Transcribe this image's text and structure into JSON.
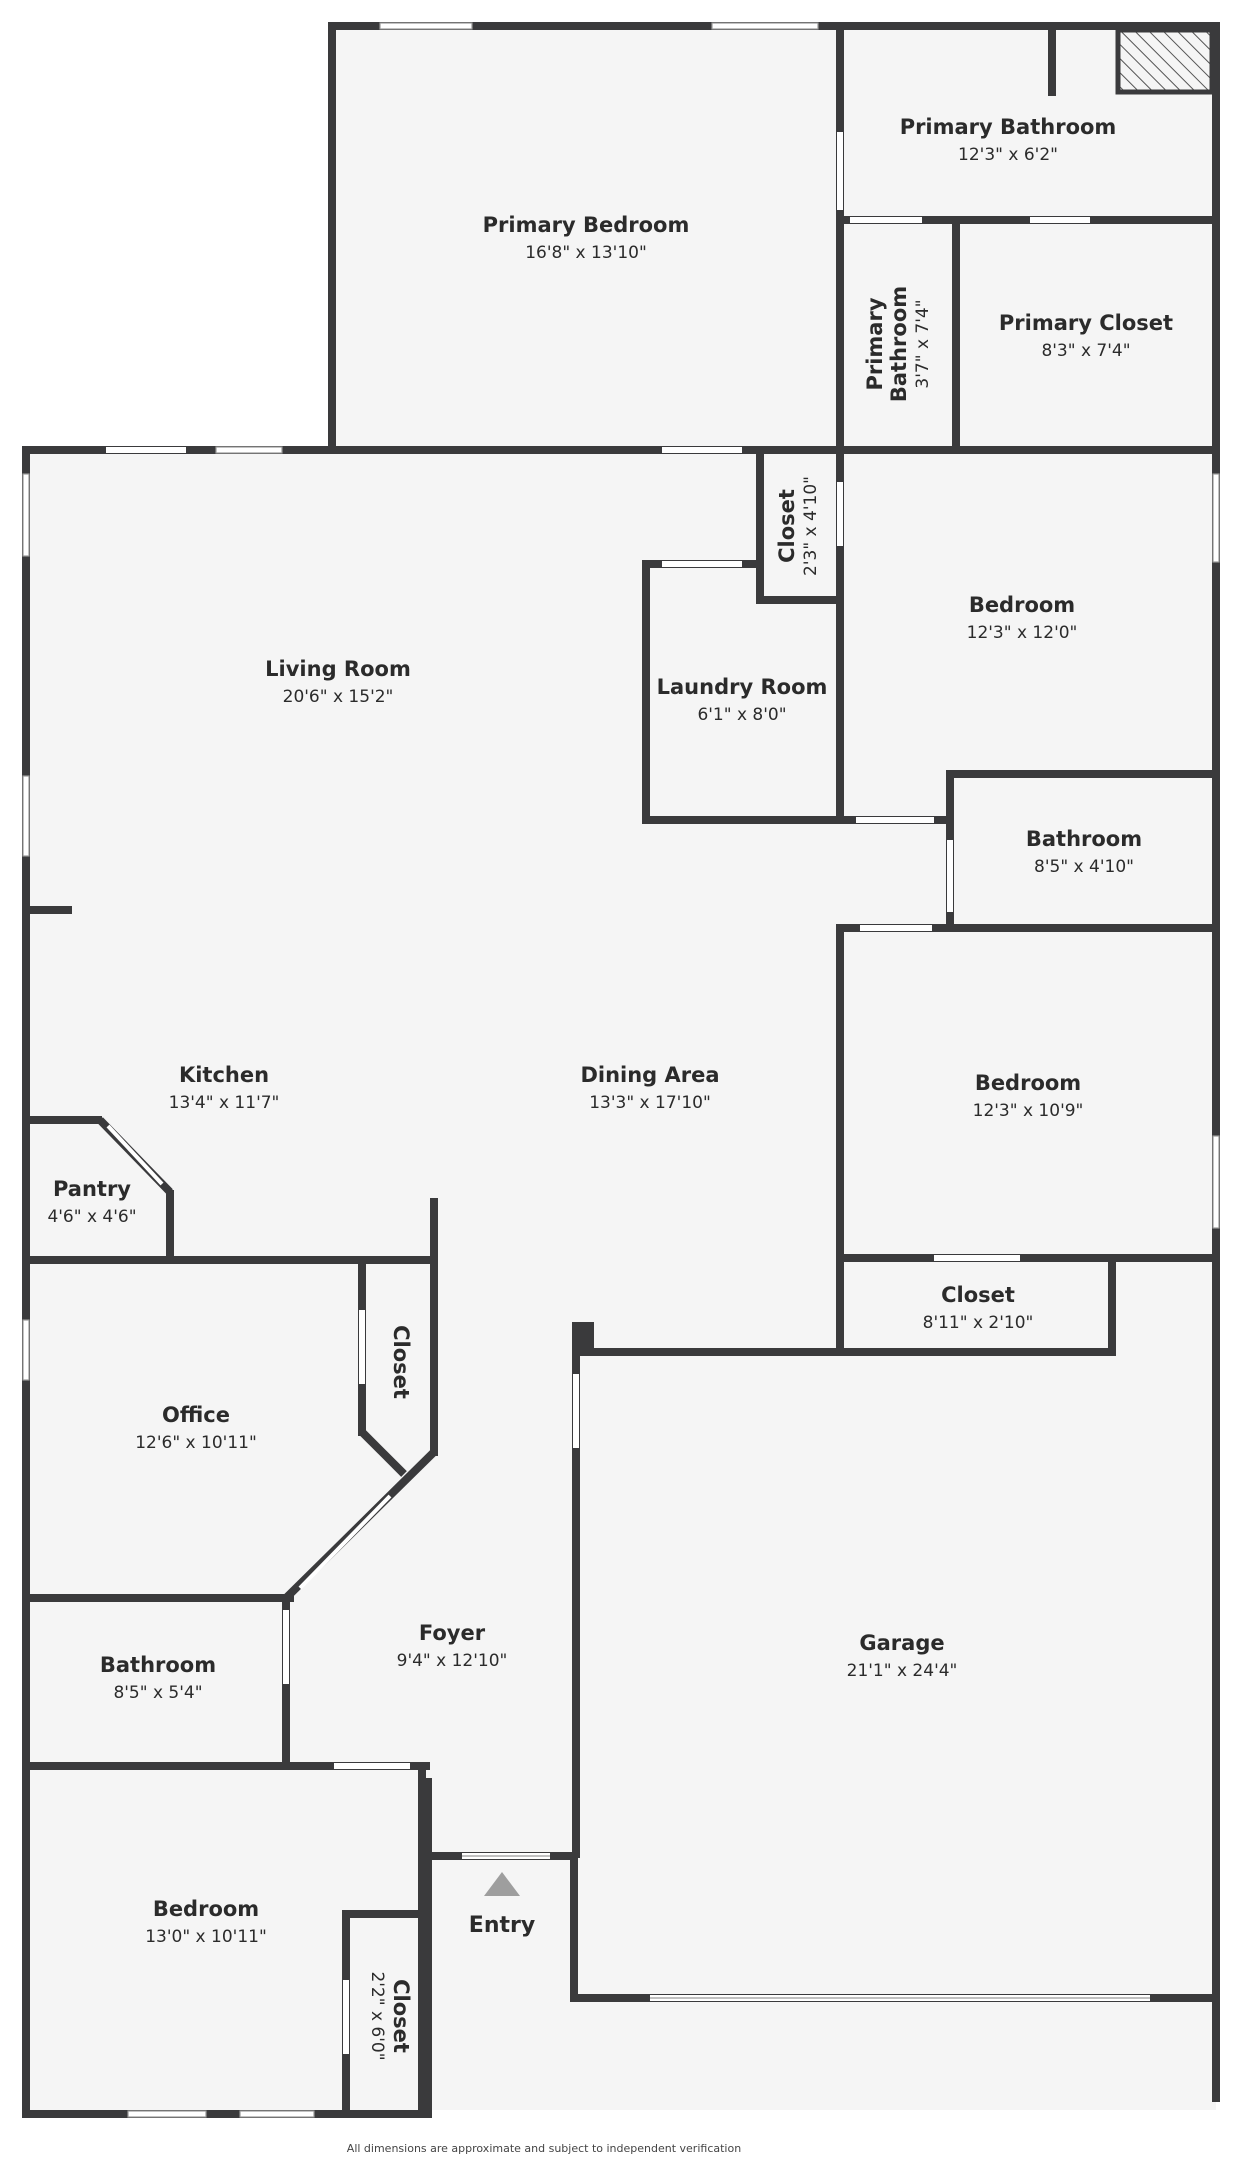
{
  "rooms": {
    "primary_bedroom": {
      "name": "Primary Bedroom",
      "dim": "16'8\" x 13'10\""
    },
    "primary_bathroom_top": {
      "name": "Primary Bathroom",
      "dim": "12'3\" x 6'2\""
    },
    "primary_bathroom_small": {
      "name1": "Primary",
      "name2": "Bathroom",
      "dim": "3'7\" x 7'4\""
    },
    "primary_closet": {
      "name": "Primary Closet",
      "dim": "8'3\" x 7'4\""
    },
    "closet_small": {
      "name": "Closet",
      "dim": "2'3\" x 4'10\""
    },
    "living_room": {
      "name": "Living Room",
      "dim": "20'6\" x 15'2\""
    },
    "laundry_room": {
      "name": "Laundry Room",
      "dim": "6'1\" x 8'0\""
    },
    "bedroom_upper": {
      "name": "Bedroom",
      "dim": "12'3\" x 12'0\""
    },
    "bathroom_right": {
      "name": "Bathroom",
      "dim": "8'5\" x 4'10\""
    },
    "kitchen": {
      "name": "Kitchen",
      "dim": "13'4\" x 11'7\""
    },
    "dining_area": {
      "name": "Dining Area",
      "dim": "13'3\" x 17'10\""
    },
    "bedroom_middle": {
      "name": "Bedroom",
      "dim": "12'3\" x 10'9\""
    },
    "pantry": {
      "name": "Pantry",
      "dim": "4'6\" x 4'6\""
    },
    "closet_mid": {
      "name": "Closet",
      "dim": "8'11\" x 2'10\""
    },
    "office_closet": {
      "name": "Closet"
    },
    "office": {
      "name": "Office",
      "dim": "12'6\" x 10'11\""
    },
    "foyer": {
      "name": "Foyer",
      "dim": "9'4\" x 12'10\""
    },
    "garage": {
      "name": "Garage",
      "dim": "21'1\" x 24'4\""
    },
    "bathroom_left": {
      "name": "Bathroom",
      "dim": "8'5\" x 5'4\""
    },
    "bedroom_lower": {
      "name": "Bedroom",
      "dim": "13'0\" x 10'11\""
    },
    "closet_lower": {
      "name": "Closet",
      "dim": "2'2\" x 6'0\""
    }
  },
  "entry": {
    "label": "Entry"
  },
  "footer": {
    "note": "All dimensions are approximate and subject to independent verification"
  },
  "colors": {
    "wall": "#3a3a3c",
    "floor": "#f5f5f5",
    "text": "#2b2b2b",
    "entry_marker": "#9e9e9e"
  }
}
